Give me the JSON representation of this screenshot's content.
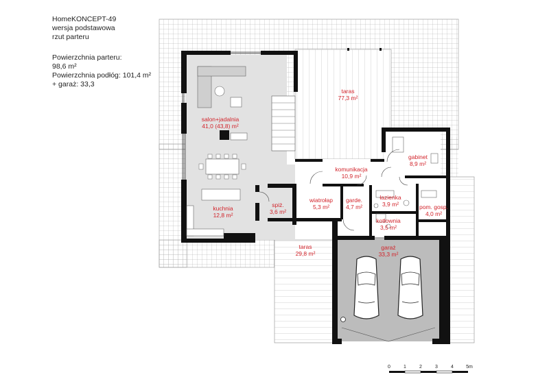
{
  "header": {
    "project": "HomeKONCEPT-49",
    "variant": "wersja podstawowa",
    "view": "rzut parteru"
  },
  "areas": {
    "ground_label": "Powierzchnia parteru:",
    "ground_value": "98,6 m²",
    "floor_label": "Powierzchnia podłóg: 101,4 m²",
    "garage_label": "+ garaż: 33,3"
  },
  "rooms": [
    {
      "id": "salon",
      "name": "salon+jadalnia",
      "area": "41,0 (43,8) m²"
    },
    {
      "id": "taras_top",
      "name": "taras",
      "area": "77,3 m²"
    },
    {
      "id": "gabinet",
      "name": "gabinet",
      "area": "8,9 m²"
    },
    {
      "id": "komunikacja",
      "name": "komunikacja",
      "area": "10,9 m²"
    },
    {
      "id": "wiatrolap",
      "name": "wiatrołap",
      "area": "5,3 m²"
    },
    {
      "id": "garde",
      "name": "garde.",
      "area": "4,7 m²"
    },
    {
      "id": "lazienka",
      "name": "łazienka",
      "area": "3,9 m²"
    },
    {
      "id": "pom_gosp",
      "name": "pom. gosp.",
      "area": "4,0 m²"
    },
    {
      "id": "kotlownia",
      "name": "kotłownia",
      "area": "3,5 m²"
    },
    {
      "id": "kuchnia",
      "name": "kuchnia",
      "area": "12,8 m²"
    },
    {
      "id": "spiz",
      "name": "spiż.",
      "area": "3,6 m²"
    },
    {
      "id": "taras_bottom",
      "name": "taras",
      "area": "29,8 m²"
    },
    {
      "id": "garaz",
      "name": "garaż",
      "area": "33,3 m²"
    }
  ],
  "scale": {
    "ticks": [
      "0",
      "1",
      "2",
      "3",
      "4",
      "5m"
    ]
  },
  "colors": {
    "wall": "#111111",
    "room_label": "#d2232a",
    "living_fill": "#dedede",
    "garage_fill": "#b9b9b9",
    "terrace_grid": "#9a9a9a"
  }
}
